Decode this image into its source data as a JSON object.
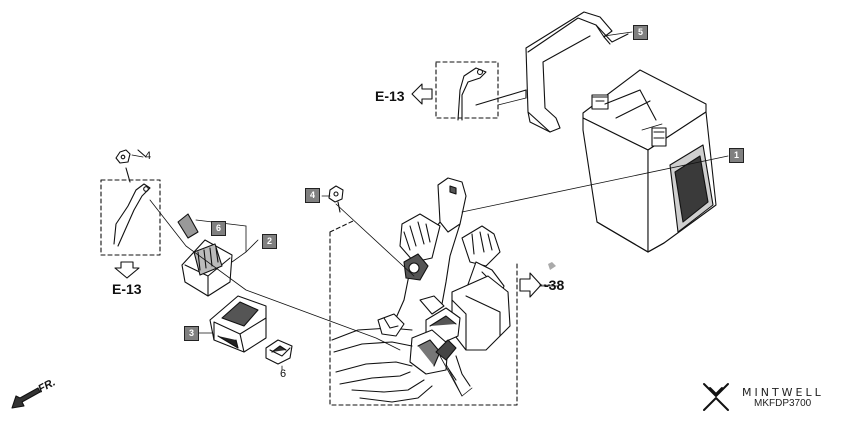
{
  "parts": [
    {
      "id": "battery",
      "ref": "1"
    },
    {
      "id": "relay-connector",
      "ref": "2"
    },
    {
      "id": "fuse-box",
      "ref": "3"
    },
    {
      "id": "bolt-negative",
      "ref": "4"
    },
    {
      "id": "bolt-positive",
      "ref": "4"
    },
    {
      "id": "battery-strap",
      "ref": "5"
    },
    {
      "id": "fuse-small",
      "ref": "6"
    },
    {
      "id": "fuse-large",
      "ref": "6"
    }
  ],
  "refs": {
    "e13_top": "E-13",
    "e13_left": "E-13",
    "e38": "-38"
  },
  "orientation": {
    "front_label": "FR."
  },
  "brand": {
    "name": "MINTWELL",
    "code": "MKFDP3700"
  }
}
